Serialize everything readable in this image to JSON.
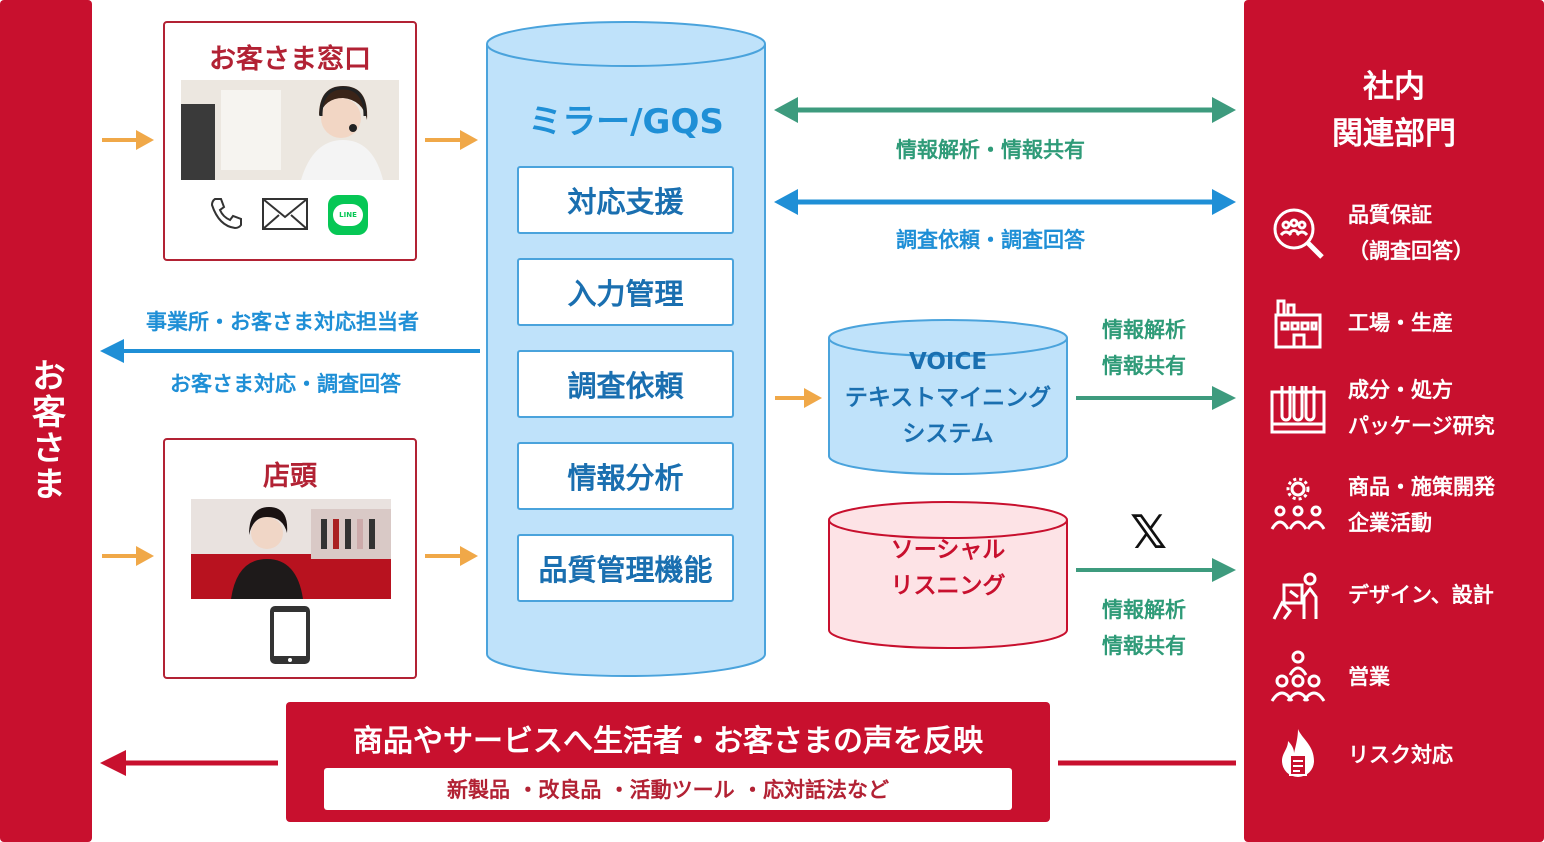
{
  "customer_label": "お客さま",
  "service_desk": {
    "title": "お客さま窓口",
    "line_label": "LINE"
  },
  "storefront": {
    "title": "店頭"
  },
  "mirror": {
    "title": "ミラー/GQS",
    "functions": [
      "対応支援",
      "入力管理",
      "調査依頼",
      "情報分析",
      "品質管理機能"
    ]
  },
  "arrows": {
    "top_label": "情報解析・情報共有",
    "second_label": "調査依頼・調査回答",
    "left_top_label": "事業所・お客さま対応担当者",
    "left_bottom_label": "お客さま対応・調査回答",
    "voice_label_1": "情報解析",
    "voice_label_2": "情報共有",
    "social_label_1": "情報解析",
    "social_label_2": "情報共有"
  },
  "voice": {
    "line1": "VOICE",
    "line2": "テキストマイニング",
    "line3": "システム"
  },
  "social": {
    "line1": "ソーシャル",
    "line2": "リスニング",
    "x_logo": "𝕏"
  },
  "departments": {
    "title_line1": "社内",
    "title_line2": "関連部門",
    "items": [
      {
        "label": "品質保証\n（調査回答）",
        "icon": "magnifier-people-icon"
      },
      {
        "label": "工場・生産",
        "icon": "factory-icon"
      },
      {
        "label": "成分・処方\nパッケージ研究",
        "icon": "test-tubes-icon"
      },
      {
        "label": "商品・施策開発\n企業活動",
        "icon": "gear-people-icon"
      },
      {
        "label": "デザイン、設計",
        "icon": "designer-icon"
      },
      {
        "label": "営業",
        "icon": "team-icon"
      },
      {
        "label": "リスク対応",
        "icon": "fire-document-icon"
      }
    ]
  },
  "banner": {
    "title": "商品やサービスへ生活者・お客さまの声を反映",
    "subtitle": "新製品 ・改良品 ・活動ツール ・応対話法など"
  },
  "colors": {
    "red": "#c8102e",
    "orange": "#f0a848",
    "green": "#3e9b7e",
    "blue": "#1f8fd6",
    "cyl_fill": "#bfe2fa",
    "pink_fill": "#fde3e6"
  }
}
